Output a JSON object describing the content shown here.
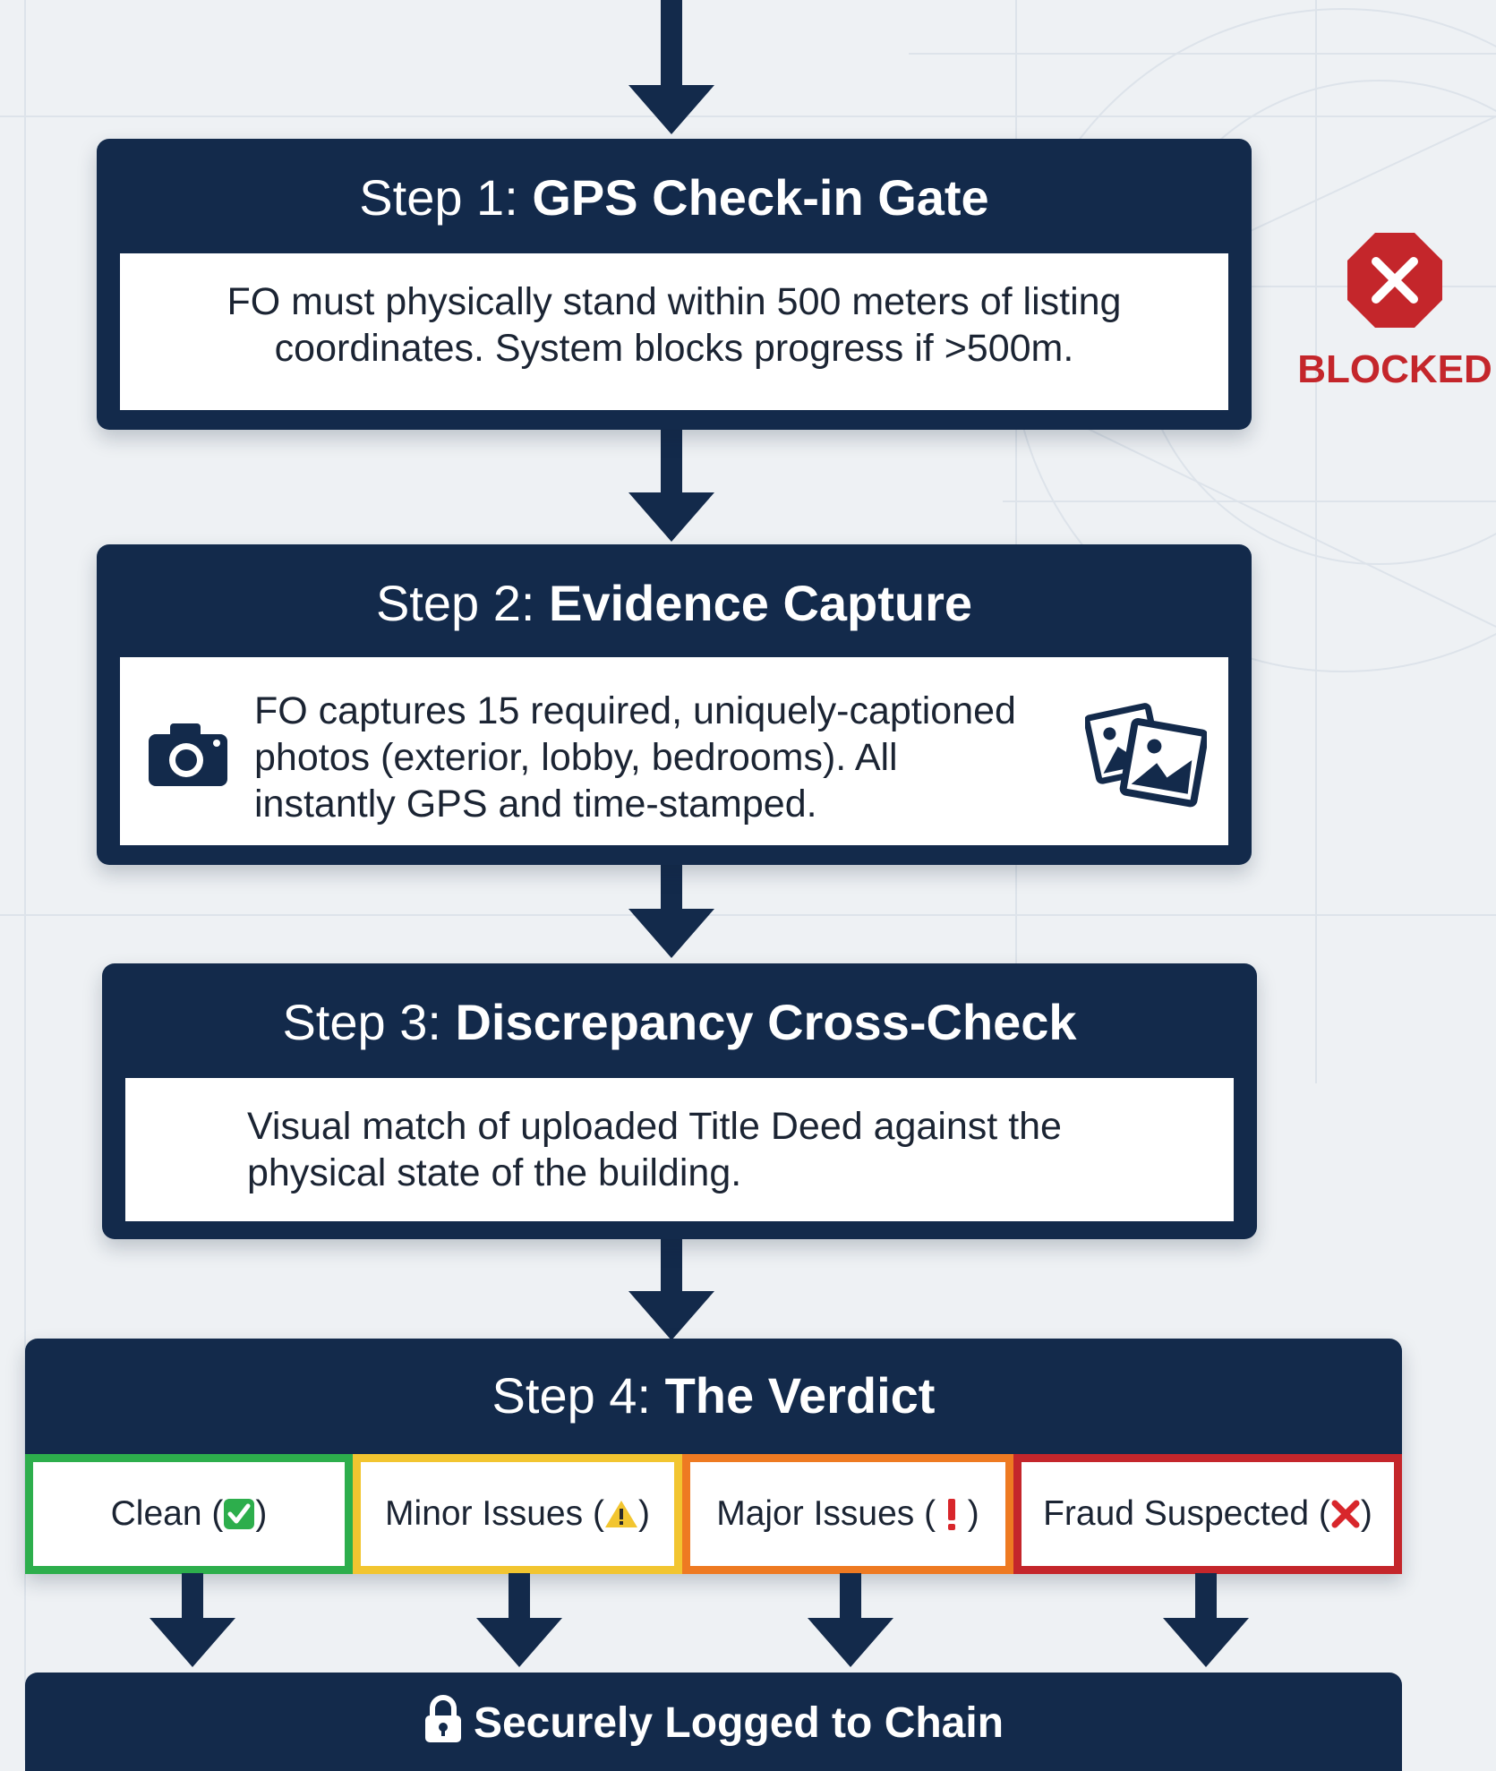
{
  "colors": {
    "navy": "#132a4b",
    "clean": "#2dae4c",
    "minor": "#f2c530",
    "major": "#ee7a22",
    "fraud": "#c4262b",
    "blocked": "#c4262b"
  },
  "steps": [
    {
      "number": "Step 1:",
      "name": "GPS Check-in Gate",
      "body_lines": [
        "FO must physically stand within 500 meters of listing",
        "coordinates. System blocks progress if >500m."
      ]
    },
    {
      "number": "Step 2:",
      "name": "Evidence Capture",
      "body_lines": [
        "FO captures 15 required, uniquely-captioned",
        "photos (exterior, lobby, bedrooms). All",
        "instantly GPS and time-stamped."
      ],
      "left_icon": "camera-icon",
      "right_icon": "photos-icon"
    },
    {
      "number": "Step 3:",
      "name": "Discrepancy Cross-Check",
      "body_lines": [
        "Visual match of uploaded Title Deed against the",
        "physical state of the building."
      ]
    },
    {
      "number": "Step 4:",
      "name": "The Verdict"
    }
  ],
  "blocked": {
    "label": "BLOCKED",
    "icon": "x-octagon-icon"
  },
  "verdicts": [
    {
      "label": "Clean (",
      "close": ")",
      "icon": "check-box-icon",
      "color": "#2dae4c"
    },
    {
      "label": "Minor Issues (",
      "close": ")",
      "icon": "warning-triangle-icon",
      "color": "#f2c530"
    },
    {
      "label": "Major Issues ( ",
      "close": " )",
      "icon": "exclamation-icon",
      "color": "#ee7a22"
    },
    {
      "label": "Fraud Suspected (",
      "close": ")",
      "icon": "x-mark-icon",
      "color": "#c4262b"
    }
  ],
  "final": {
    "label": "Securely Logged to Chain",
    "icon": "lock-icon"
  }
}
